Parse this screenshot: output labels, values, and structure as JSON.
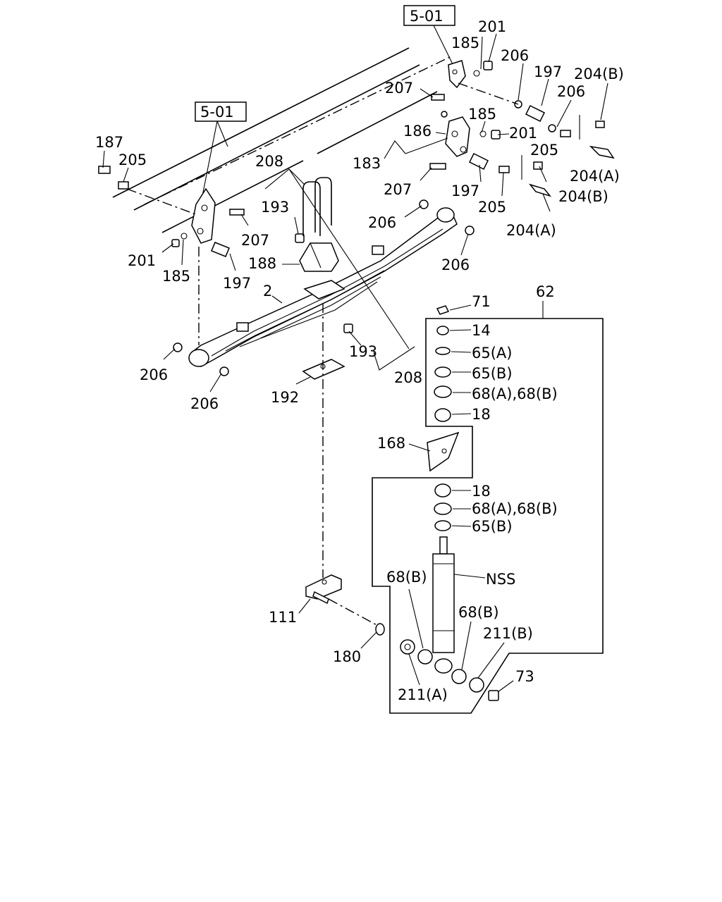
{
  "diagram": {
    "ref_boxes": [
      "5-01",
      "5-01"
    ],
    "callouts": {
      "c201a": "201",
      "c185a": "185",
      "c206a": "206",
      "c197a": "197",
      "c204b_a": "204(B)",
      "c207a": "207",
      "c206b": "206",
      "c185b": "185",
      "c201b": "201",
      "c186": "186",
      "c183": "183",
      "c205a": "205",
      "c204a_a": "204(A)",
      "c207b": "207",
      "c197b": "197",
      "c205b": "205",
      "c204b_b": "204(B)",
      "c204a_b": "204(A)",
      "c187": "187",
      "c205c": "205",
      "c208a": "208",
      "c193a": "193",
      "c207c": "207",
      "c201c": "201",
      "c185c": "185",
      "c197c": "197",
      "c188": "188",
      "c2": "2",
      "c206c": "206",
      "c206d": "206",
      "c62": "62",
      "c71": "71",
      "c14": "14",
      "c65a": "65(A)",
      "c65b1": "65(B)",
      "c68ab1": "68(A),68(B)",
      "c18a": "18",
      "c206e": "206",
      "c206f": "206",
      "c193b": "193",
      "c208b": "208",
      "c192": "192",
      "c168": "168",
      "c18b": "18",
      "c68ab2": "68(A),68(B)",
      "c65b2": "65(B)",
      "c68b1": "68(B)",
      "cnss": "NSS",
      "c68b2": "68(B)",
      "c211b": "211(B)",
      "c111": "111",
      "c180": "180",
      "c211a": "211(A)",
      "c73": "73"
    }
  }
}
